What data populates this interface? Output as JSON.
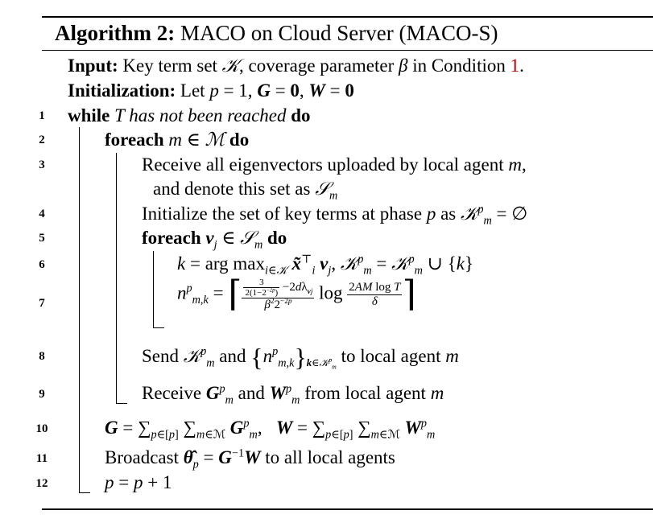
{
  "title": {
    "label": "Algorithm 2:",
    "text": "MACO on Cloud Server (MACO-S)"
  },
  "input": {
    "label": "Input:",
    "text_pre": "Key term set ",
    "set_symbol": "𝒦",
    "text_mid": ", coverage parameter ",
    "beta": "β",
    "text_post": " in Condition ",
    "ref": "1",
    "period": "."
  },
  "init": {
    "label": "Initialization:",
    "text": "Let ",
    "math": "p = 1, G = 0, W = 0"
  },
  "lines": [
    {
      "num": "1",
      "kw1": "while",
      "var": "T",
      "italic": " has not been reached ",
      "kw2": "do"
    },
    {
      "num": "2",
      "kw1": "foreach",
      "math": "m ∈ ℳ",
      "kw2": "do"
    },
    {
      "num": "3",
      "text": "Receive all eigenvectors uploaded by local agent ",
      "var": "m",
      "comma": ",",
      "text2": "and denote this set as "
    },
    {
      "num": "4",
      "text": "Initialize the set of key terms at phase ",
      "var": "p",
      "text2": " as "
    },
    {
      "num": "5",
      "kw1": "foreach",
      "kw2": "do"
    },
    {
      "num": "6"
    },
    {
      "num": "7"
    },
    {
      "num": "8",
      "text": "Send ",
      "and": " and ",
      "text2": " to local agent "
    },
    {
      "num": "9",
      "text": "Receive ",
      "and": " and ",
      "text2": " from local agent "
    },
    {
      "num": "10"
    },
    {
      "num": "11",
      "text": "Broadcast ",
      "text2": " to all local agents"
    },
    {
      "num": "12"
    }
  ]
}
